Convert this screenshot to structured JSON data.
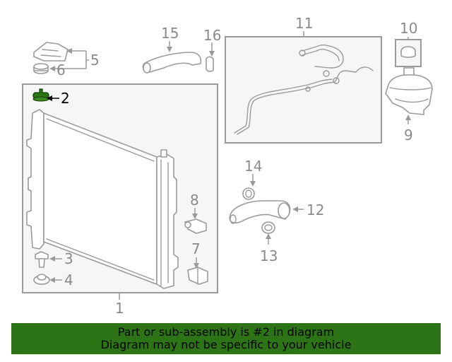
{
  "diagram": {
    "highlighted_part": "2",
    "callouts": {
      "c1": "1",
      "c2": "2",
      "c3": "3",
      "c4": "4",
      "c5": "5",
      "c6": "6",
      "c7": "7",
      "c8": "8",
      "c9": "9",
      "c10": "10",
      "c11": "11",
      "c12": "12",
      "c13": "13",
      "c14": "14",
      "c15": "15",
      "c16": "16"
    },
    "colors": {
      "line_gray": "#9a9a9a",
      "highlight_part": "#2d7417",
      "panel_fill": "#f6f6f6"
    }
  },
  "footer": {
    "line1": "Part or sub-assembly is #2 in diagram",
    "line2": "Diagram may not be specific to your vehicle",
    "background": "#2d7417"
  }
}
